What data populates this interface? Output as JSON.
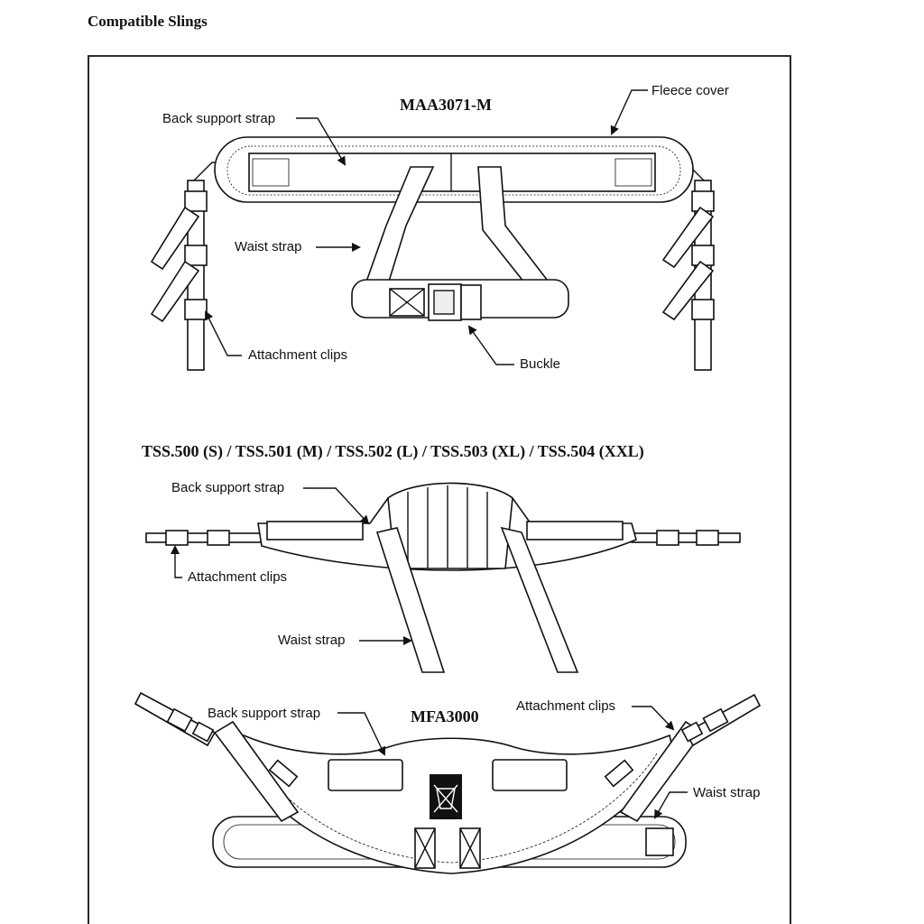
{
  "page": {
    "title": "Compatible Slings"
  },
  "slings": [
    {
      "model": "MAA3071-M",
      "labels": {
        "fleece_cover": "Fleece cover",
        "back_support_strap": "Back support strap",
        "waist_strap": "Waist strap",
        "attachment_clips": "Attachment clips",
        "buckle": "Buckle"
      }
    },
    {
      "model": "TSS.500 (S) / TSS.501 (M) / TSS.502 (L) / TSS.503 (XL) / TSS.504 (XXL)",
      "labels": {
        "back_support_strap": "Back support strap",
        "attachment_clips": "Attachment clips",
        "waist_strap": "Waist strap"
      }
    },
    {
      "model": "MFA3000",
      "labels": {
        "back_support_strap": "Back support strap",
        "attachment_clips": "Attachment clips",
        "waist_strap": "Waist strap"
      }
    }
  ]
}
